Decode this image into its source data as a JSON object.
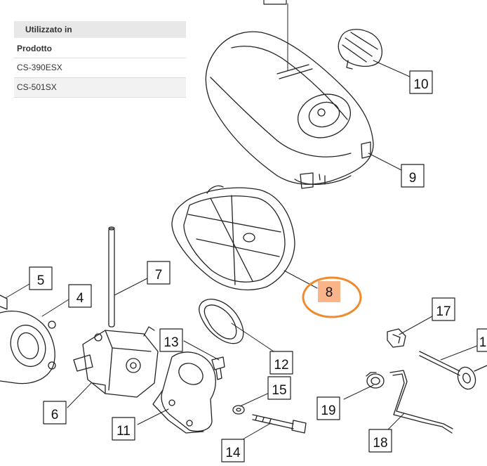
{
  "usage_table": {
    "header": "Utilizzato in",
    "column": "Prodotto",
    "rows": [
      "CS-390ESX",
      "CS-501SX"
    ]
  },
  "callouts": [
    "10",
    "9",
    "5",
    "7",
    "4",
    "8",
    "17",
    "1",
    "13",
    "12",
    "15",
    "6",
    "11",
    "19",
    "18",
    "14"
  ],
  "highlight": {
    "label": "8",
    "fill": "#f9b48a",
    "ring": "#f08a2c"
  }
}
